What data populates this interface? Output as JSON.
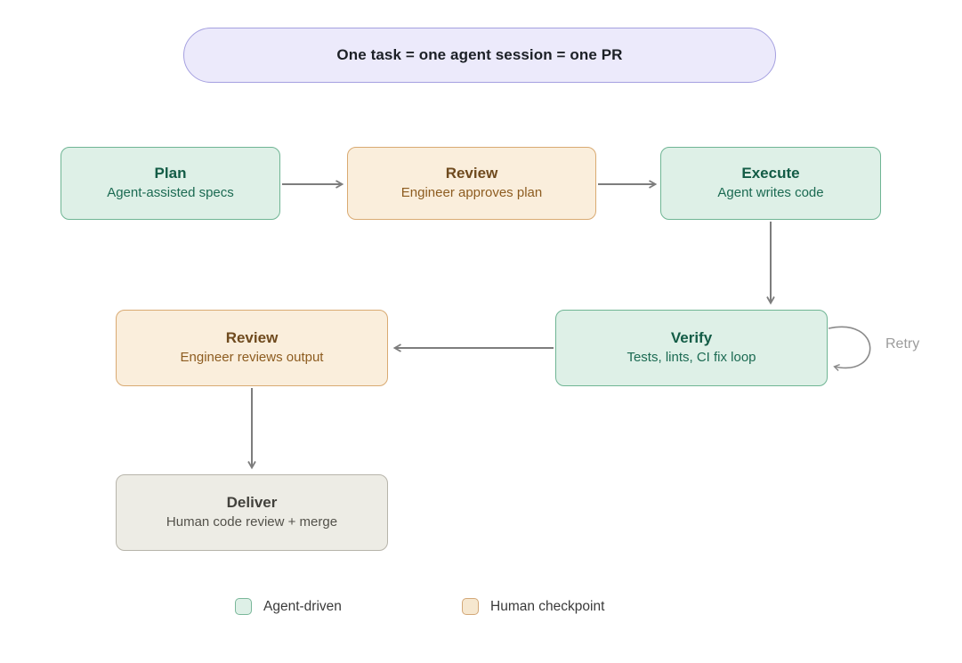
{
  "banner": {
    "text": "One task = one agent session = one PR"
  },
  "nodes": {
    "plan": {
      "title": "Plan",
      "subtitle": "Agent-assisted specs",
      "type": "agent-driven"
    },
    "review_plan": {
      "title": "Review",
      "subtitle": "Engineer approves plan",
      "type": "human-checkpoint"
    },
    "execute": {
      "title": "Execute",
      "subtitle": "Agent writes code",
      "type": "agent-driven"
    },
    "verify": {
      "title": "Verify",
      "subtitle": "Tests, lints, CI fix loop",
      "type": "agent-driven"
    },
    "review_output": {
      "title": "Review",
      "subtitle": "Engineer reviews output",
      "type": "human-checkpoint"
    },
    "deliver": {
      "title": "Deliver",
      "subtitle": "Human code review + merge",
      "type": "neutral"
    }
  },
  "edges": [
    {
      "from": "plan",
      "to": "review_plan"
    },
    {
      "from": "review_plan",
      "to": "execute"
    },
    {
      "from": "execute",
      "to": "verify"
    },
    {
      "from": "verify",
      "to": "review_output"
    },
    {
      "from": "review_output",
      "to": "deliver"
    },
    {
      "from": "verify",
      "to": "verify",
      "label": "Retry"
    }
  ],
  "retry_label": "Retry",
  "legend": {
    "agent": {
      "label": "Agent-driven",
      "swatch_color": "#def0e7"
    },
    "human": {
      "label": "Human checkpoint",
      "swatch_color": "#f6e7cf"
    }
  },
  "colors": {
    "agent_fill": "#def0e7",
    "agent_border": "#6fb594",
    "agent_text": "#135c46",
    "human_fill": "#faeedc",
    "human_border": "#d9aa72",
    "human_text": "#6f4a1e",
    "neutral_fill": "#edece5",
    "neutral_border": "#b7b4aa",
    "neutral_text": "#42413c",
    "banner_fill": "#eceafb",
    "banner_border": "#a5a0e0",
    "arrow": "#7d7d7d",
    "retry_text": "#9c9c9c"
  }
}
